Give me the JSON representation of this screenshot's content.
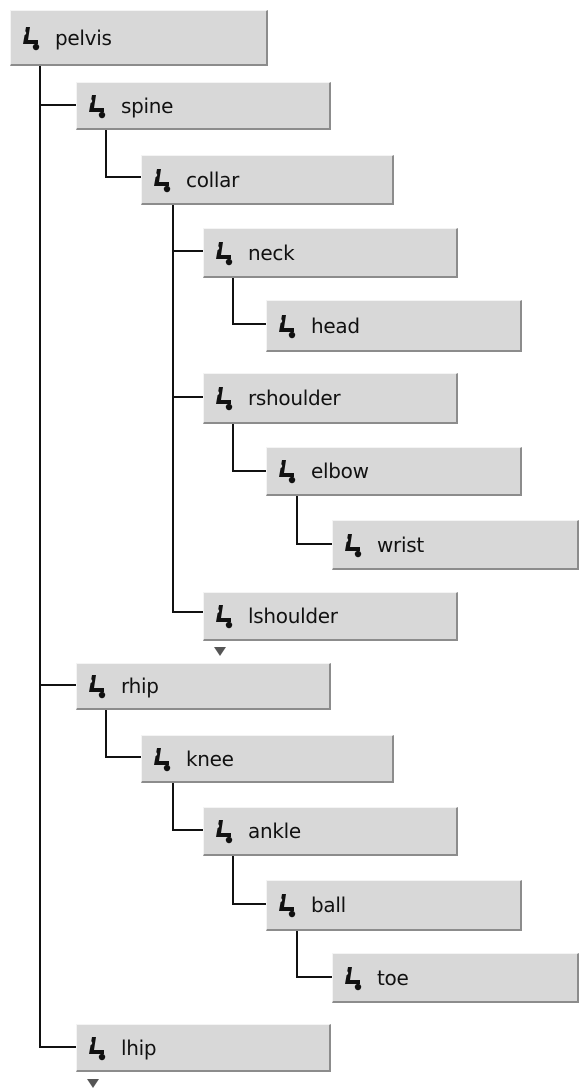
{
  "joints": [
    {
      "id": "pelvis",
      "label": "pelvis",
      "icon": "joint-icon"
    },
    {
      "id": "spine",
      "label": "spine",
      "icon": "joint-icon"
    },
    {
      "id": "collar",
      "label": "collar",
      "icon": "joint-icon"
    },
    {
      "id": "neck",
      "label": "neck",
      "icon": "joint-icon"
    },
    {
      "id": "head",
      "label": "head",
      "icon": "joint-icon"
    },
    {
      "id": "rshoulder",
      "label": "rshoulder",
      "icon": "joint-icon"
    },
    {
      "id": "elbow",
      "label": "elbow",
      "icon": "joint-icon"
    },
    {
      "id": "wrist",
      "label": "wrist",
      "icon": "joint-icon"
    },
    {
      "id": "lshoulder",
      "label": "lshoulder",
      "icon": "joint-icon"
    },
    {
      "id": "rhip",
      "label": "rhip",
      "icon": "joint-icon"
    },
    {
      "id": "knee",
      "label": "knee",
      "icon": "joint-icon"
    },
    {
      "id": "ankle",
      "label": "ankle",
      "icon": "joint-icon"
    },
    {
      "id": "ball",
      "label": "ball",
      "icon": "joint-icon"
    },
    {
      "id": "toe",
      "label": "toe",
      "icon": "joint-icon"
    },
    {
      "id": "lhip",
      "label": "lhip",
      "icon": "joint-icon"
    }
  ],
  "hierarchy": {
    "pelvis": [
      "spine",
      "rhip",
      "lhip"
    ],
    "spine": [
      "collar"
    ],
    "collar": [
      "neck",
      "rshoulder",
      "lshoulder"
    ],
    "neck": [
      "head"
    ],
    "rshoulder": [
      "elbow"
    ],
    "elbow": [
      "wrist"
    ],
    "rhip": [
      "knee"
    ],
    "knee": [
      "ankle"
    ],
    "ankle": [
      "ball"
    ],
    "ball": [
      "toe"
    ]
  },
  "collapsed_more_below": [
    "lshoulder",
    "lhip"
  ],
  "colors": {
    "node_fill": "#d8d8d8",
    "node_shadow": "#8c8c8c",
    "node_highlight": "#f4f4f4",
    "connector": "#111111",
    "text": "#111111",
    "expand_arrow": "#555555"
  }
}
